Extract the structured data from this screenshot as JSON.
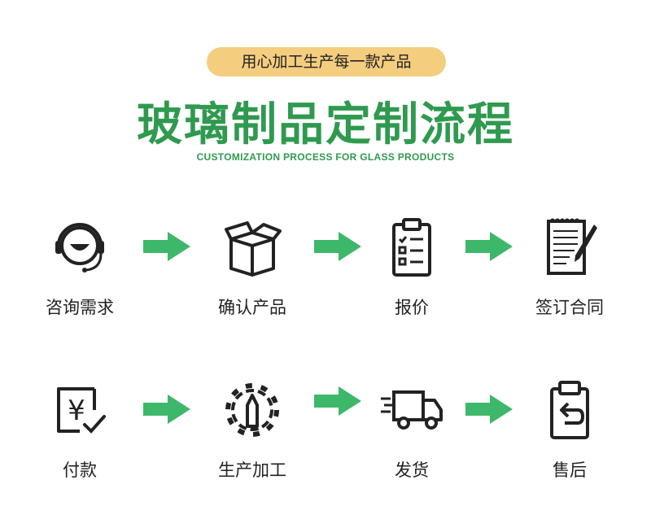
{
  "header": {
    "tagline": "用心加工生产每一款产品",
    "title": "玻璃制品定制流程",
    "subtitle": "CUSTOMIZATION PROCESS FOR GLASS PRODUCTS"
  },
  "steps": [
    {
      "label": "咨询需求",
      "icon": "headset-smile-icon"
    },
    {
      "label": "确认产品",
      "icon": "open-box-icon"
    },
    {
      "label": "报价",
      "icon": "clipboard-checklist-icon"
    },
    {
      "label": "签订合同",
      "icon": "contract-pen-icon"
    },
    {
      "label": "付款",
      "icon": "yen-check-icon"
    },
    {
      "label": "生产加工",
      "icon": "gear-pen-icon"
    },
    {
      "label": "发货",
      "icon": "delivery-truck-icon"
    },
    {
      "label": "售后",
      "icon": "return-clipboard-icon"
    }
  ],
  "colors": {
    "accent": "#2f9a4f",
    "arrow": "#3db86a",
    "tagline_bg": "#f4cd7e"
  }
}
